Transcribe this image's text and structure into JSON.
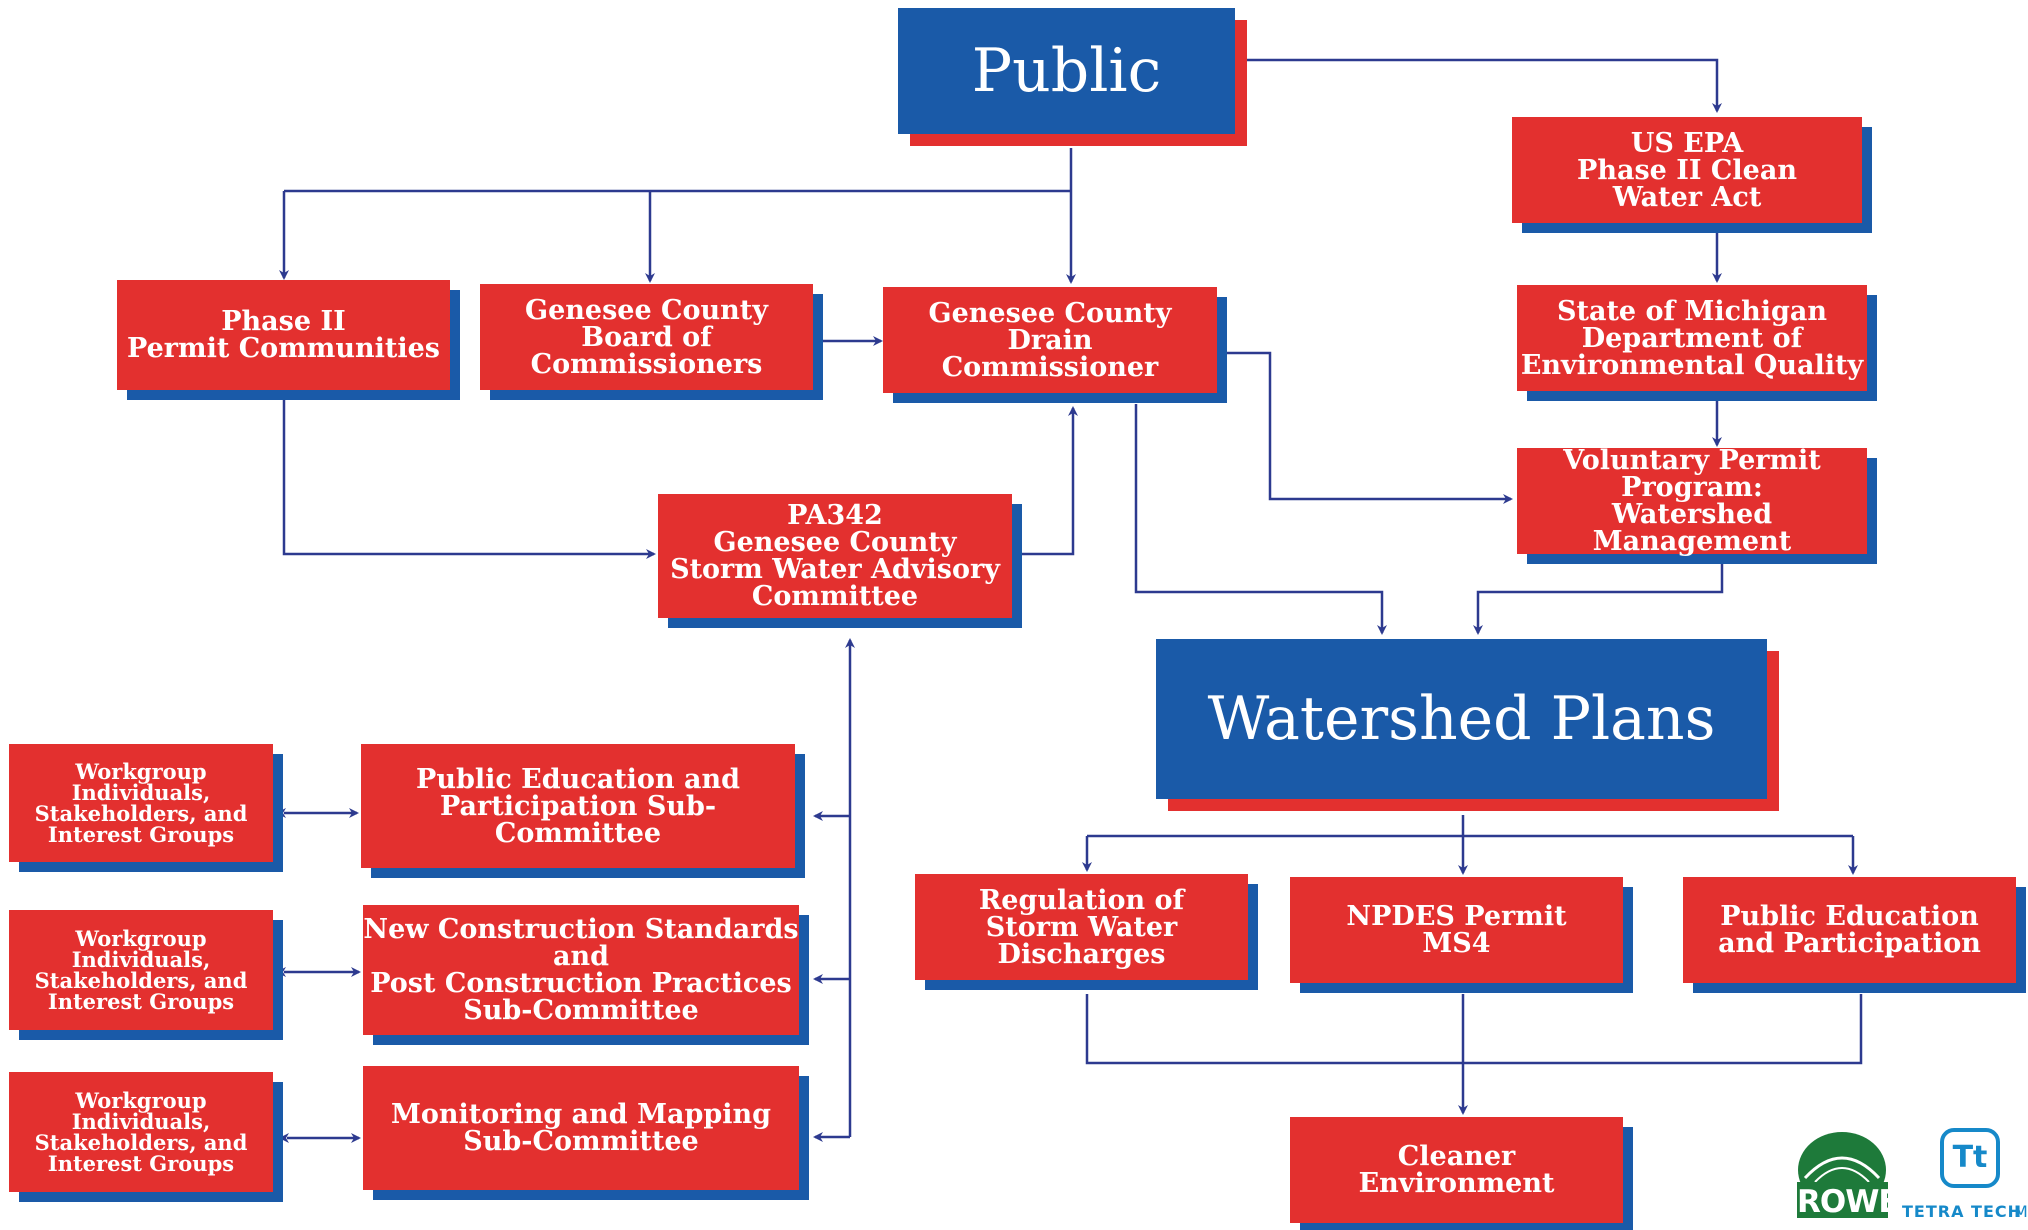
{
  "colors": {
    "red": "#e3302f",
    "blue": "#1a5aa8",
    "line": "#2d3a8f"
  },
  "nodes": {
    "public": "Public",
    "us_epa": "US EPA\nPhase II Clean\nWater Act",
    "phase2_permit": "Phase II\nPermit Communities",
    "board": "Genesee County\nBoard of\nCommissioners",
    "drain": "Genesee County\nDrain\nCommissioner",
    "michigan_deq": "State of Michigan\nDepartment of\nEnvironmental Quality",
    "voluntary": "Voluntary Permit\nProgram:\nWatershed Management",
    "pa342": "PA342\nGenesee County\nStorm Water Advisory\nCommittee",
    "watershed": "Watershed Plans",
    "workgroup_1": "Workgroup\nIndividuals,\nStakeholders, and\nInterest Groups",
    "workgroup_2": "Workgroup\nIndividuals,\nStakeholders, and\nInterest Groups",
    "workgroup_3": "Workgroup\nIndividuals,\nStakeholders, and\nInterest Groups",
    "pub_edu_sub": "Public Education and\nParticipation Sub-Committee",
    "construction_sub": "New Construction Standards\nand\nPost Construction Practices\nSub-Committee",
    "monitoring_sub": "Monitoring and Mapping\nSub-Committee",
    "regulation": "Regulation of\nStorm Water\nDischarges",
    "npdes": "NPDES Permit\nMS4",
    "pub_edu": "Public Education\nand Participation",
    "cleaner": "Cleaner\nEnvironment"
  },
  "logos": {
    "rowe": "ROWE",
    "tetratech": "TETRA TECH",
    "tetratech_mark": "Tt",
    "tetratech_trailing": "M"
  }
}
